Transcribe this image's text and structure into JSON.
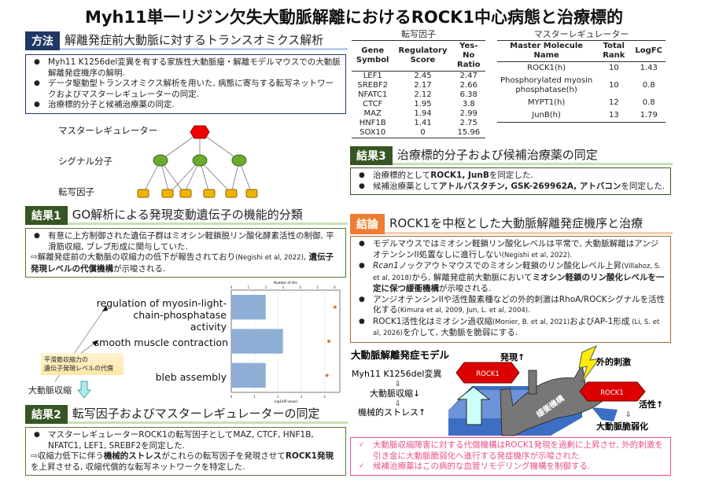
{
  "title": "Myh11単一リジン欠失大動脈解離におけるROCK1中心病態と治療標的",
  "methods": {
    "badge": "方法",
    "heading": "解離発症前大動脈に対するトランスオミクス解析",
    "bullets": [
      "Myh11 K1256del変異を有する家族性大動脈瘤・解離モデルマウスでの大動脈解離発症機序の解明.",
      "データ駆動型トランスオミクス解析を用いた, 病態に寄与する転写ネットワークおよびマスターレギュレーターの同定.",
      "治療標的分子と候補治療薬の同定."
    ],
    "diagram": {
      "level1": "マスターレギュレーター",
      "level2": "シグナル分子",
      "level3": "転写因子"
    }
  },
  "result1": {
    "badge": "結果1",
    "heading": "GO解析による発現変動遺伝子の機能的分類",
    "bullet": "有意に上方制御された遺伝子群はミオシン軽鎖脱リン酸化酵素活性の制御, 平滑筋収縮, ブレブ形成に関与していた.",
    "note_pre": "⇨解離発症前の大動脈の収縮力の低下が報告されており",
    "note_cite": "(Negishi et al, 2022)",
    "note_sep": ", ",
    "note_bold": "遺伝子発現レベルの代償機構",
    "note_post": "が示唆される.",
    "callout": "平滑筋収縮力の\n遺伝子発現レベルの代償",
    "aorta_label": "大動脈収縮"
  },
  "chart_data": {
    "type": "bar",
    "categories": [
      "regulation of myosin-light-chain-phosphatase activity",
      "smooth muscle contraction",
      "bleb assembly"
    ],
    "series": [
      {
        "name": "Number of hits",
        "values": [
          2,
          3,
          2
        ],
        "axis": "top",
        "color": "#8eaed6"
      },
      {
        "name": "-log10(P-value)",
        "values": [
          4.44,
          4.18,
          4.1
        ],
        "axis": "bottom",
        "color": "#e8792b",
        "mark": "dot"
      }
    ],
    "top_axis": {
      "label": "Number of hits",
      "ticks": [
        "0",
        "1",
        "2",
        "3",
        "4",
        "5",
        "6"
      ],
      "range": [
        0,
        6.3
      ]
    },
    "bottom_axis": {
      "label": "-log10(P-value)",
      "ticks": [
        "0",
        "1",
        "2",
        "3",
        "4"
      ],
      "range": [
        0,
        4.65
      ]
    }
  },
  "result2": {
    "badge": "結果2",
    "heading": "転写因子およびマスターレギュレーターの同定",
    "bullet": "マスターレギュレーターROCK1の転写因子としてMAZ, CTCF, HNF1B, NFATC1, LEF1, SREBF2を同定した.",
    "n1": "⇨収縮力低下に伴う",
    "n2": "機械的ストレス",
    "n3": "がこれらの転写因子を発現させて",
    "n4": "ROCK1発現",
    "n5": "を上昇させる, 収縮代償的な転写ネットワークを特定した."
  },
  "tf_table": {
    "caption": "転写因子",
    "headers": [
      "Gene Symbol",
      "Regulatory Score",
      "Yes-No Ratio"
    ],
    "rows": [
      [
        "LEF1",
        "2.45",
        "2.47"
      ],
      [
        "SREBF2",
        "2.17",
        "2.66"
      ],
      [
        "NFATC1",
        "2.12",
        "6.38"
      ],
      [
        "CTCF",
        "1.95",
        "3.8"
      ],
      [
        "MAZ",
        "1.94",
        "2.99"
      ],
      [
        "HNF1B",
        "1.41",
        "2.75"
      ],
      [
        "SOX10",
        "0",
        "15.96"
      ]
    ]
  },
  "mr_table": {
    "caption": "マスターレギュレーター",
    "headers": [
      "Master Molecule Name",
      "Total Rank",
      "LogFC"
    ],
    "rows": [
      [
        "ROCK1(h)",
        "10",
        "1.43"
      ],
      [
        "Phosphorylated myosin phosphatase(h)",
        "10",
        "0.8"
      ],
      [
        "MYPT1(h)",
        "12",
        "0.8"
      ],
      [
        "JunB(h)",
        "13",
        "1.79"
      ]
    ]
  },
  "result3": {
    "badge": "結果3",
    "heading": "治療標的分子および候補治療薬の同定",
    "b1a": "治療標的として",
    "b1b": "ROCK1, JunB",
    "b1c": "を同定した.",
    "b2a": "候補治療薬として",
    "b2b": "アトルバスタチン, GSK-269962A, アトバコン",
    "b2c": "を同定した."
  },
  "conclusion": {
    "badge": "結論",
    "heading": "ROCK1を中枢とした大動脈解離発症機序と治療",
    "c1a": "モデルマウスではミオシン軽鎖リン酸化レベルは平常で, 大動脈解離はアンジオテンシンII処置なしに進行しない",
    "c1b": "(Negishi et al, 2022).",
    "c2a": "Rcan1",
    "c2b": "ノックアウトマウスでのミオシン軽鎖のリン酸化レベル上昇",
    "c2c": "(Villahoz, S. et al, 2018)",
    "c2d": "から, 解離発症前大動脈において",
    "c2e": "ミオシン軽鎖のリン酸化レベルを一定に保つ緩衝機構",
    "c2f": "が示唆される.",
    "c3a": "アンジオテンシンIIや活性酸素種などの外的刺激はRhoA/ROCKシグナルを活性化する",
    "c3b": "(Kimura et al, 2009, Jun, L. et al, 2004).",
    "c4a": "ROCK1活性化はミオシン過収縮",
    "c4b": "(Monier, B. et al, 2021)",
    "c4c": "およびAP-1形成",
    "c4d": " (Li, S. et al, 2026)",
    "c4e": "を介して, 大動脈を脆弱にする."
  },
  "model": {
    "title": "大動脈解離発症モデル",
    "step1": "Myh11 K1256del変異",
    "step2": "大動脈収縮↓",
    "step3": "機械的ストレス↑",
    "arrow": "⇩",
    "rock1_a": "ROCK1",
    "expr": "発現↑",
    "stimulus": "外的刺激",
    "rock1_b": "ROCK1",
    "activity": "活性↑",
    "fragile": "大動脈脆弱化",
    "buffer": "緩衝機構"
  },
  "summary": [
    "大動脈収縮障害に対する代償機構はROCK1発現を過剰に上昇させ, 外的刺激を引き金に大動脈脆弱化へ進行する発症機序が示唆された.",
    "候補治療薬はこの病的な血管リモデリング機構を制御する."
  ],
  "colors": {
    "navy": "#1f3864",
    "green": "#375623",
    "orange": "#ed7d31",
    "pink": "#e8508a"
  }
}
